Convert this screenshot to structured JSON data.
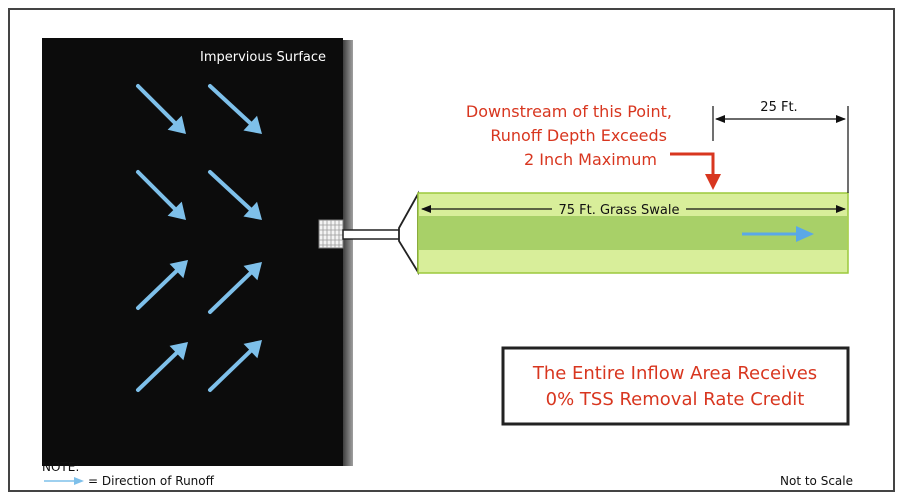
{
  "surface": {
    "label": "Impervious Surface"
  },
  "swale": {
    "label": "75 Ft. Grass Swale"
  },
  "dimension": {
    "label": "25 Ft."
  },
  "callout": {
    "line1": "Downstream of this Point,",
    "line2": "Runoff Depth Exceeds",
    "line3": "2 Inch Maximum"
  },
  "result": {
    "line1": "The Entire Inflow Area Receives",
    "line2": "0% TSS Removal Rate Credit"
  },
  "note": {
    "title": "NOTE:",
    "legend": "= Direction of Runoff",
    "scale": "Not to Scale"
  },
  "colors": {
    "surface": "#0c0c0c",
    "runoff_arrow": "#7ec0ea",
    "swale_light": "#d8ee9a",
    "swale_dark": "#a8d068",
    "callout_red": "#d8361f"
  },
  "icons": [
    "runoff-arrow-icon",
    "inlet-grate-icon",
    "flow-arrow-icon",
    "red-bent-arrow-icon"
  ]
}
